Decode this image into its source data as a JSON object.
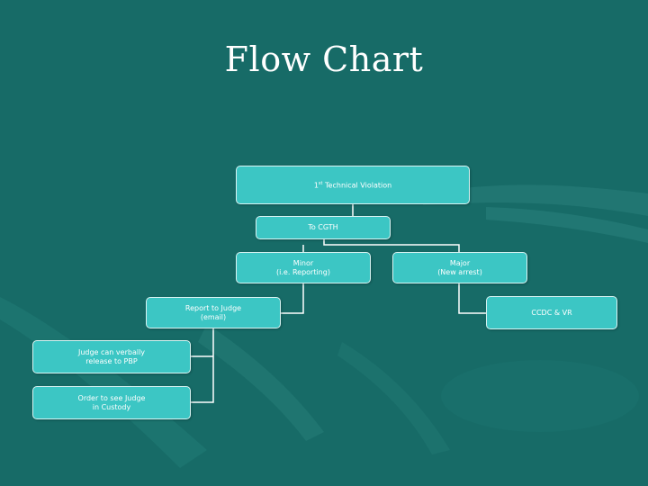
{
  "slide": {
    "title": "Flow Chart"
  },
  "colors": {
    "background": "#176b67",
    "box_fill": "#3cc6c4",
    "box_border": "#d9f4f3",
    "connector": "#ffffff"
  },
  "flow": {
    "violation": {
      "prefix": "1",
      "sup": "st",
      "suffix": " Technical Violation"
    },
    "to_cgth": "To CGTH",
    "minor": "Minor\n(i.e. Reporting)",
    "major": "Major\n(New arrest)",
    "report_judge": "Report to Judge\n(email)",
    "ccdc": "CCDC & VR",
    "verbal_release": "Judge can verbally\nrelease to PBP",
    "order_custody": "Order to see Judge\nin Custody"
  }
}
